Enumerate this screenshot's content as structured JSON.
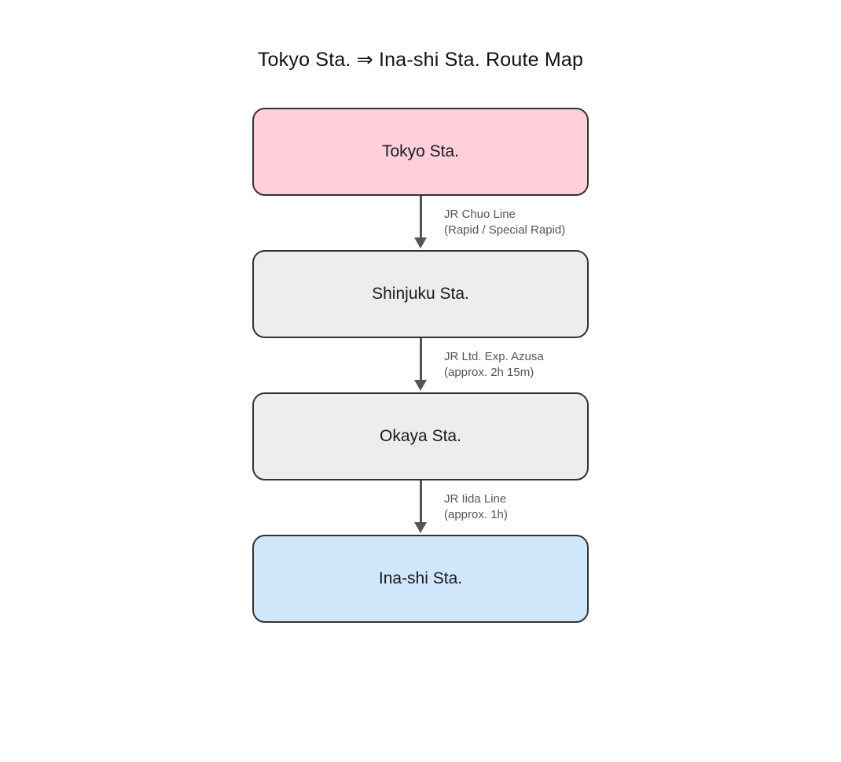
{
  "title": "Tokyo Sta. ⇒ Ina-shi Sta. Route Map",
  "stations": [
    {
      "name": "Tokyo Sta.",
      "fill": "#ffd0db"
    },
    {
      "name": "Shinjuku Sta.",
      "fill": "#ededed"
    },
    {
      "name": "Okaya Sta.",
      "fill": "#ededed"
    },
    {
      "name": "Ina-shi Sta.",
      "fill": "#cfe6fb"
    }
  ],
  "edges": [
    {
      "line": "JR Chuo Line",
      "detail": "(Rapid / Special Rapid)"
    },
    {
      "line": "JR Ltd. Exp. Azusa",
      "detail": "(approx. 2h 15m)"
    },
    {
      "line": "JR Iida Line",
      "detail": "(approx. 1h)"
    }
  ],
  "colors": {
    "background": "#ffffff",
    "box_border": "#333333",
    "arrow": "#555555",
    "station_text": "#1a1a1a",
    "edge_label_text": "#555555",
    "origin_fill": "#ffd0db",
    "intermediate_fill": "#ededed",
    "destination_fill": "#cfe6fb"
  }
}
